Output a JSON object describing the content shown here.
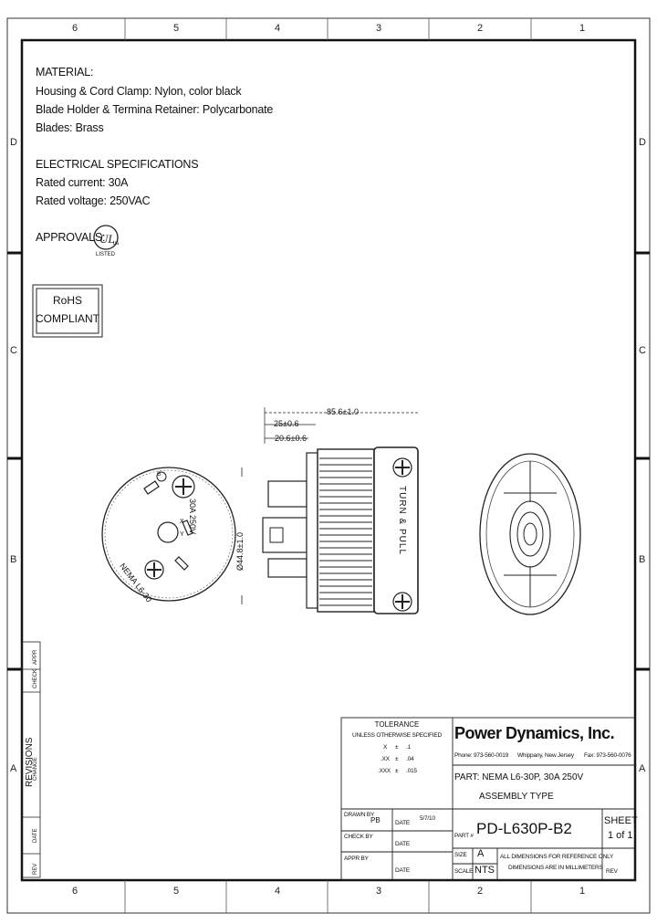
{
  "zones": {
    "top": [
      "6",
      "5",
      "4",
      "3",
      "2",
      "1"
    ],
    "bottom": [
      "6",
      "5",
      "4",
      "3",
      "2",
      "1"
    ],
    "rows": [
      "D",
      "C",
      "B",
      "A"
    ]
  },
  "material": {
    "heading": "MATERIAL:",
    "lines": [
      "Housing & Cord Clamp: Nylon, color black",
      "Blade Holder & Termina Retainer: Polycarbonate",
      "Blades: Brass"
    ]
  },
  "electrical": {
    "heading": "ELECTRICAL SPECIFICATIONS",
    "lines": [
      "Rated current: 30A",
      "Rated voltage: 250VAC"
    ]
  },
  "approvals": {
    "label": "APPROVALS:",
    "mark_us": "us",
    "mark_listed": "LISTED"
  },
  "rohs": {
    "line1": "RoHS",
    "line2": "COMPLIANT"
  },
  "dimensions": {
    "overall": "85.6±1.0",
    "d1": "25±0.6",
    "d2": "20.6±0.6",
    "diameter": "Ø44.8±1.0"
  },
  "plug_face": {
    "ring_text": "NEMA L6-30",
    "rating": "30A 250V",
    "pins": [
      "G",
      "X",
      "Y"
    ]
  },
  "side_view": {
    "label": "TURN & PULL"
  },
  "revisions": {
    "title": "REVISIONS",
    "columns": [
      "REV",
      "DATE",
      "CHANGE",
      "CHECK",
      "APPR"
    ]
  },
  "title_block": {
    "tolerance": {
      "title": "TOLERANCE",
      "subtitle": "UNLESS OTHERWISE SPECIFIED",
      "rows": [
        {
          "fmt": "X",
          "pm": "±",
          "val": ".1"
        },
        {
          "fmt": ".XX",
          "pm": "±",
          "val": ".04"
        },
        {
          "fmt": ".XXX",
          "pm": "±",
          "val": ".015"
        }
      ]
    },
    "company": "Power Dynamics, Inc.",
    "phone": "Phone: 973-560-0019",
    "city": "Whippany, New Jersey",
    "fax": "Fax: 973-560-0076",
    "part_description": "PART: NEMA L6-30P, 30A 250V",
    "assembly_type": "ASSEMBLY TYPE",
    "drawn_by_label": "DRAWN BY",
    "drawn_by": "PB",
    "drawn_date_label": "DATE",
    "drawn_date": "5/7/10",
    "check_label": "CHECK BY",
    "check_date_label": "DATE",
    "appr_label": "APPR BY",
    "appr_date_label": "DATE",
    "part_no_label": "PART #",
    "part_no": "PD-L630P-B2",
    "size_label": "SIZE",
    "size": "A",
    "scale_label": "SCALE",
    "scale": "NTS",
    "note_line1": "ALL DIMENSIONS FOR REFERENCE ONLY",
    "note_line2": "DIMENSIONS ARE IN MILLIMETERS",
    "sheet_label": "SHEET",
    "sheet": "1 of 1",
    "rev_label": "REV"
  }
}
